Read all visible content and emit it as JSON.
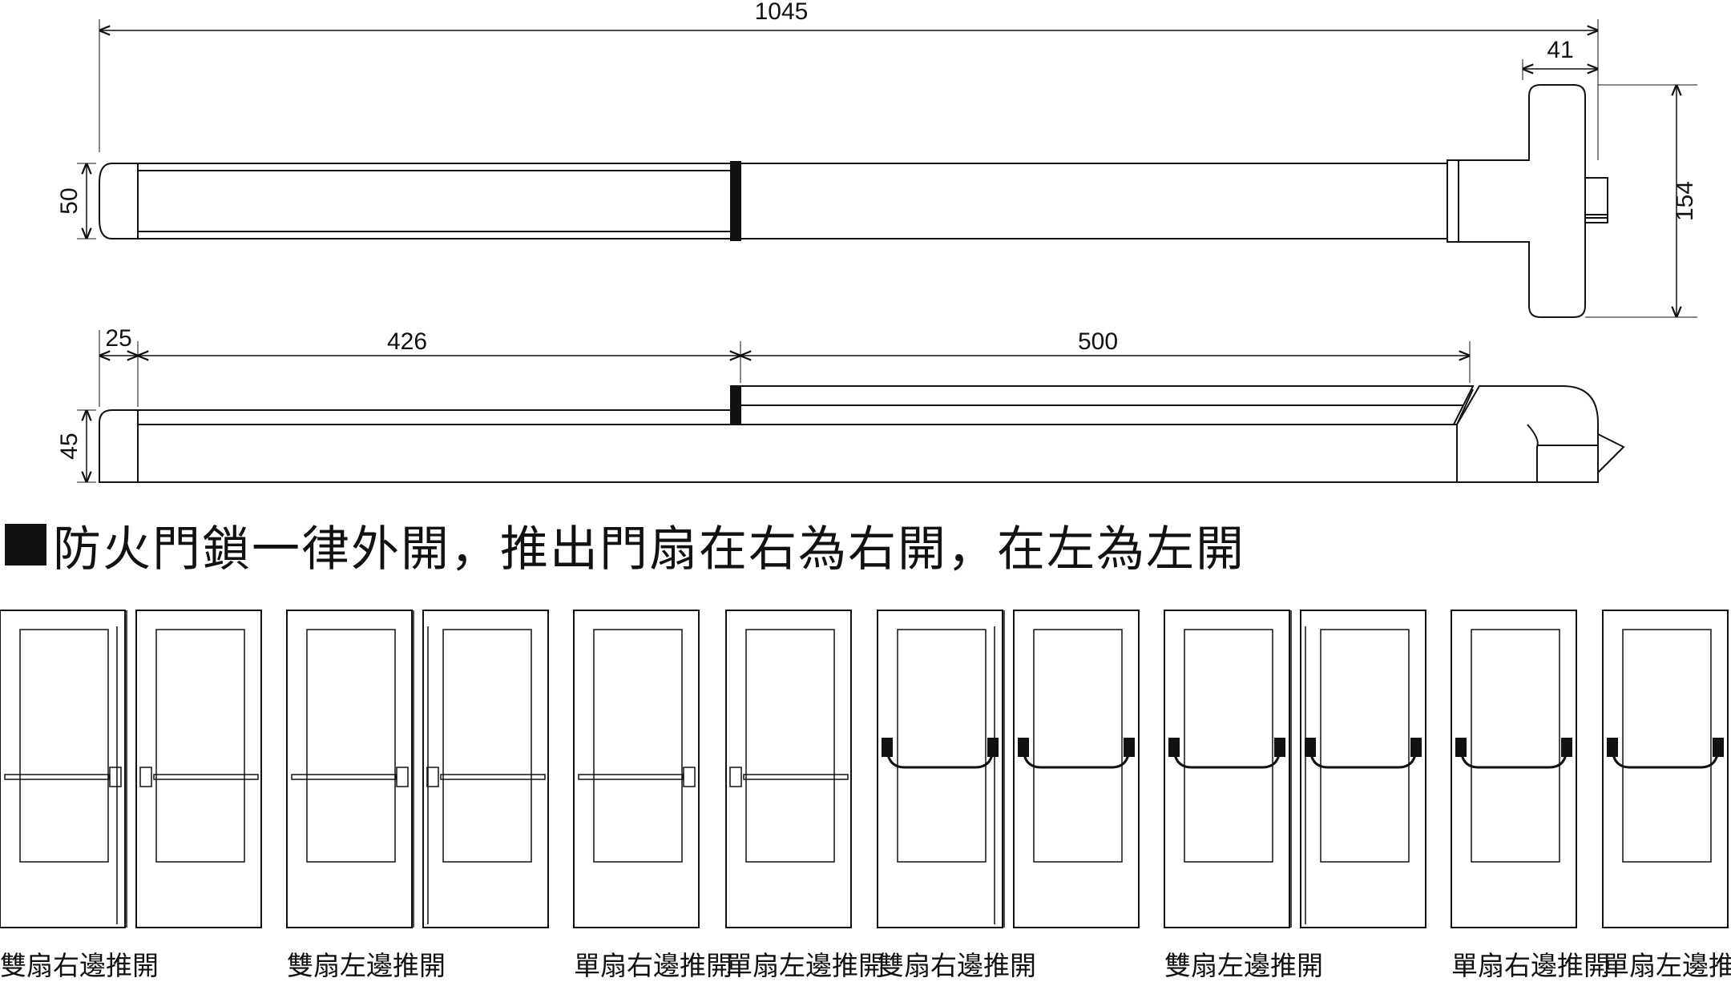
{
  "dimensions": {
    "top_view": {
      "overall_length": "1045",
      "handle_offset": "41",
      "bar_height": "50",
      "handle_height": "154"
    },
    "side_view": {
      "end_cap": "25",
      "push_bar": "426",
      "body": "500",
      "height": "45"
    }
  },
  "headline": "防火門鎖一律外開，推出門扇在右為右開，在左為左開",
  "door_captions": [
    {
      "label": "雙扇右邊推開"
    },
    {
      "label": "雙扇左邊推開"
    },
    {
      "label": "單扇右邊推開"
    },
    {
      "label": "單扇左邊推開"
    },
    {
      "label": "雙扇右邊推開"
    },
    {
      "label": "雙扇左邊推開"
    },
    {
      "label": "單扇右邊推開"
    },
    {
      "label": "單扇左邊推開"
    }
  ],
  "door_sets": [
    {
      "type": "double",
      "hardware": "bar",
      "open_side": "right"
    },
    {
      "type": "double",
      "hardware": "bar",
      "open_side": "left"
    },
    {
      "type": "single",
      "hardware": "bar",
      "open_side": "right"
    },
    {
      "type": "single",
      "hardware": "bar",
      "open_side": "left"
    },
    {
      "type": "double",
      "hardware": "loop",
      "open_side": "right"
    },
    {
      "type": "double",
      "hardware": "loop",
      "open_side": "left"
    },
    {
      "type": "single",
      "hardware": "loop",
      "open_side": "right"
    },
    {
      "type": "single",
      "hardware": "loop",
      "open_side": "left"
    }
  ],
  "colors": {
    "line": "#111111",
    "fill": "#ffffff"
  }
}
